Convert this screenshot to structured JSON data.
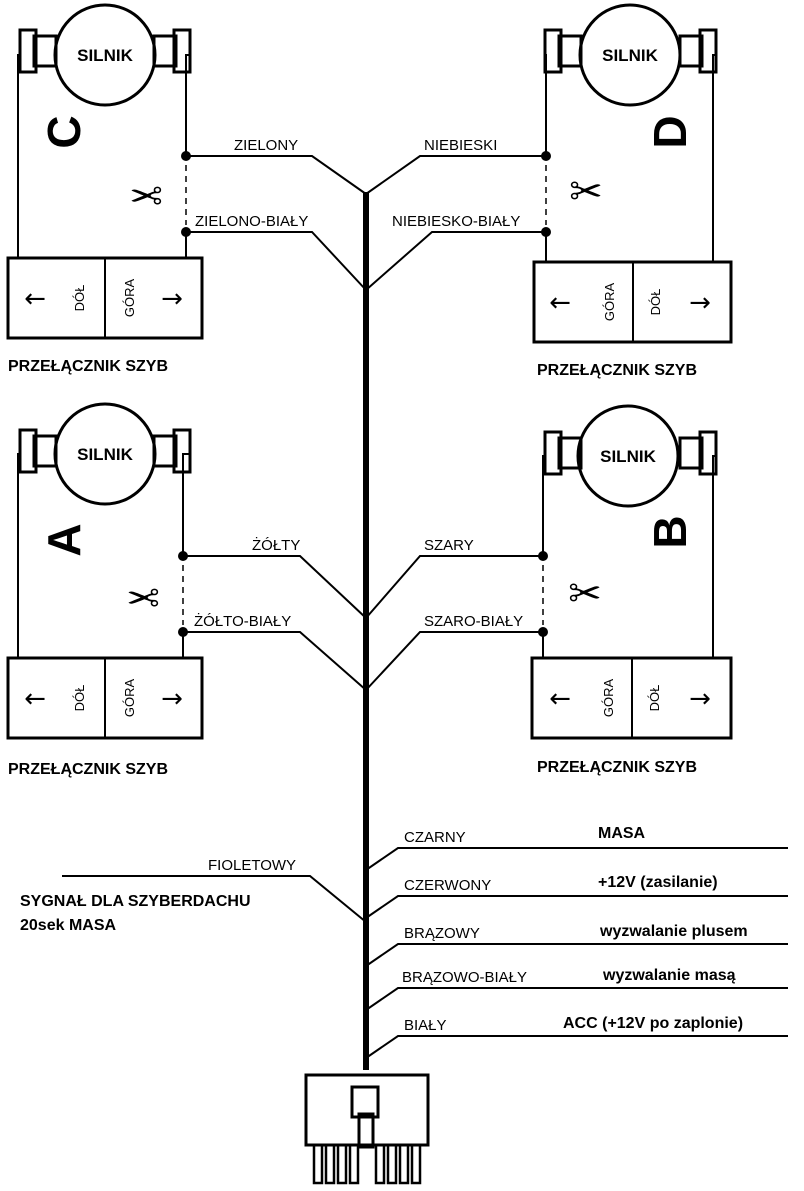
{
  "motor_label": "SILNIK",
  "switch_caption": "PRZEŁĄCZNIK SZYB",
  "arrows": {
    "left": "←",
    "right": "→"
  },
  "directions": {
    "down": "DÓŁ",
    "up": "GÓRA"
  },
  "cut_symbol": "✂",
  "doors": {
    "C": {
      "letter": "C",
      "wire_main": "ZIELONY",
      "wire_white": "ZIELONO-BIAŁY"
    },
    "D": {
      "letter": "D",
      "wire_main": "NIEBIESKI",
      "wire_white": "NIEBIESKO-BIAŁY"
    },
    "A": {
      "letter": "A",
      "wire_main": "ŻÓŁTY",
      "wire_white": "ŻÓŁTO-BIAŁY"
    },
    "B": {
      "letter": "B",
      "wire_main": "SZARY",
      "wire_white": "SZARO-BIAŁY"
    }
  },
  "sunroof": {
    "wire": "FIOLETOWY",
    "line1": "SYGNAŁ DLA SZYBERDACHU",
    "line2": "20sek MASA"
  },
  "outputs": [
    {
      "wire": "CZARNY",
      "function": "MASA"
    },
    {
      "wire": "CZERWONY",
      "function": "+12V (zasilanie)"
    },
    {
      "wire": "BRĄZOWY",
      "function": "wyzwalanie plusem"
    },
    {
      "wire": "BRĄZOWO-BIAŁY",
      "function": "wyzwalanie masą"
    },
    {
      "wire": "BIAŁY",
      "function": "ACC (+12V po zaplonie)"
    }
  ]
}
